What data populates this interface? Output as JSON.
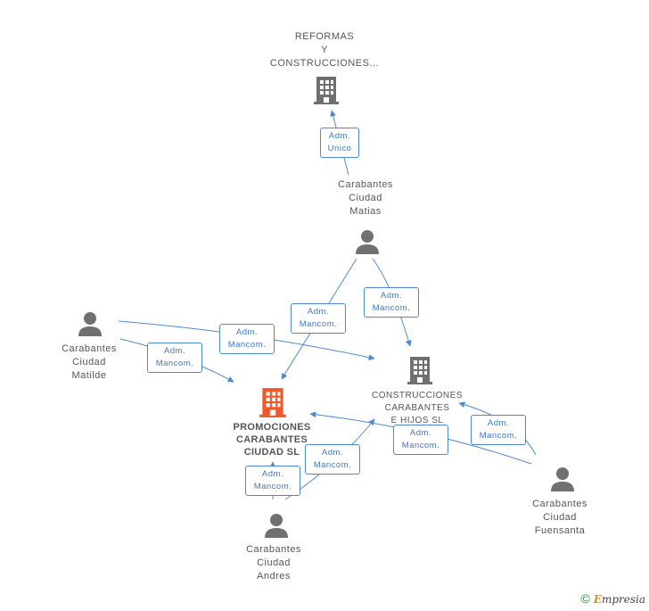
{
  "nodes": {
    "reformas": {
      "lines": [
        "REFORMAS",
        "Y",
        "CONSTRUCCIONES..."
      ],
      "type": "company"
    },
    "matias": {
      "lines": [
        "Carabantes",
        "Ciudad",
        "Matias"
      ],
      "type": "person"
    },
    "matilde": {
      "lines": [
        "Carabantes",
        "Ciudad",
        "Matilde"
      ],
      "type": "person"
    },
    "promociones": {
      "lines": [
        "PROMOCIONES",
        "CARABANTES",
        "CIUDAD SL"
      ],
      "type": "company",
      "highlight": true
    },
    "construcciones": {
      "lines": [
        "CONSTRUCCIONES",
        "CARABANTES",
        "E HIJOS SL"
      ],
      "type": "company"
    },
    "andres": {
      "lines": [
        "Carabantes",
        "Ciudad",
        "Andres"
      ],
      "type": "person"
    },
    "fuensanta": {
      "lines": [
        "Carabantes",
        "Ciudad",
        "Fuensanta"
      ],
      "type": "person"
    }
  },
  "roles": {
    "matias_reformas": [
      "Adm.",
      "Unico"
    ],
    "matias_construcciones": [
      "Adm.",
      "Mancom."
    ],
    "matias_promociones": [
      "Adm.",
      "Mancom."
    ],
    "matilde_construcciones": [
      "Adm.",
      "Mancom."
    ],
    "matilde_promociones": [
      "Adm.",
      "Mancom."
    ],
    "andres_construcciones": [
      "Adm.",
      "Mancom."
    ],
    "andres_promociones": [
      "Adm.",
      "Mancom."
    ],
    "fuensanta_promociones": [
      "Adm.",
      "Mancom."
    ],
    "fuensanta_construcciones": [
      "Adm.",
      "Mancom."
    ]
  },
  "colors": {
    "edge": "#4a8ad4",
    "company_icon": "#707070",
    "highlight_icon": "#f05a28",
    "person_icon": "#707070"
  },
  "footer": {
    "copyright": "©",
    "brand_first": "E",
    "brand_rest": "mpresia"
  }
}
